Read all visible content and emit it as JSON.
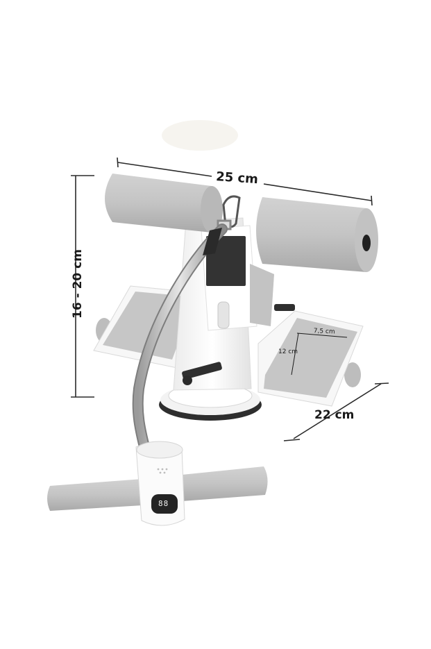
{
  "dimensions": {
    "width_label": "25 cm",
    "height_label": "16 - 20 cm",
    "depth_label": "22 cm",
    "pad_width_label": "7,5 cm",
    "pad_length_label": "12 cm"
  },
  "display": {
    "digits": "88"
  },
  "colors": {
    "foam": "#c8c8c8",
    "frame": "#f7f7f7",
    "shadow": "#3a3a3a",
    "accent": "#202020"
  }
}
